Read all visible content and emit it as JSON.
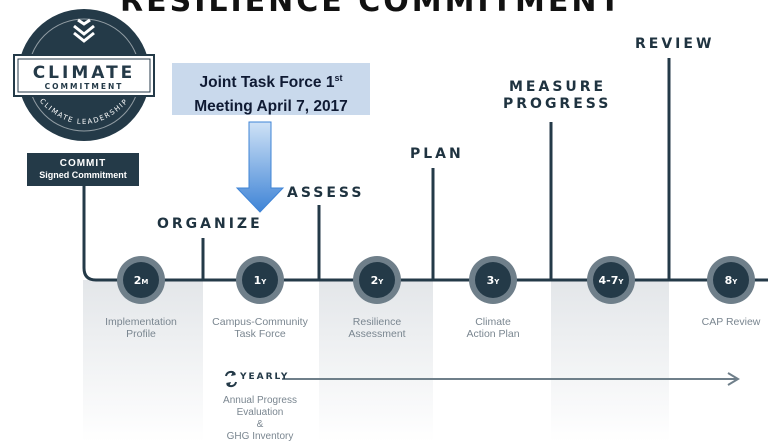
{
  "banner": {
    "text": "RESILIENCE COMMITMENT"
  },
  "logo": {
    "title": "CLIMATE",
    "subtitle": "COMMITMENT",
    "arc_text": "CLIMATE LEADERSHIP"
  },
  "commit": {
    "title": "COMMIT",
    "subtitle": "Signed Commitment"
  },
  "callout": {
    "line1": "Joint Task Force 1",
    "line1_sup": "st",
    "line2": "Meeting April 7, 2017"
  },
  "phases": {
    "organize": "ORGANIZE",
    "assess": "ASSESS",
    "plan": "PLAN",
    "measure_line1": "MEASURE",
    "measure_line2": "PROGRESS",
    "review": "REVIEW"
  },
  "milestones": [
    {
      "num": "2",
      "unit": "M",
      "label_line1": "Implementation",
      "label_line2": "Profile"
    },
    {
      "num": "1",
      "unit": "Y",
      "label_line1": "Campus-Community",
      "label_line2": "Task Force"
    },
    {
      "num": "2",
      "unit": "Y",
      "label_line1": "Resilience",
      "label_line2": "Assessment"
    },
    {
      "num": "3",
      "unit": "Y",
      "label_line1": "Climate",
      "label_line2": "Action Plan"
    },
    {
      "num": "4-7",
      "unit": "Y",
      "label_line1": "",
      "label_line2": ""
    },
    {
      "num": "8",
      "unit": "Y",
      "label_line1": "CAP Review",
      "label_line2": ""
    }
  ],
  "yearly": {
    "label": "YEARLY",
    "item1": "Annual Progress",
    "item2": "Evaluation",
    "item3": "&",
    "item4": "GHG Inventory"
  },
  "colors": {
    "navy": "#243a48",
    "circle_ring": "#6f7f8a",
    "shade": "#eceef0",
    "callout_bg": "#c9d9ec",
    "arrow_blue": "#4a8fd9"
  }
}
